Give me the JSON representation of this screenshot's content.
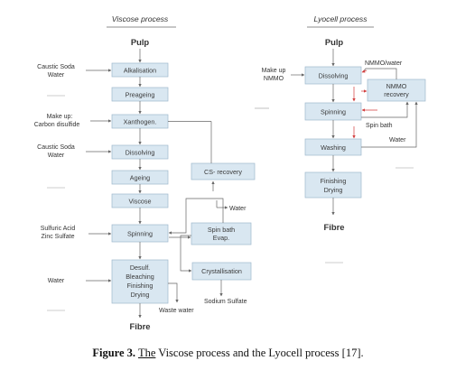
{
  "viscose": {
    "title": "Viscose process",
    "input": "Pulp",
    "output": "Fibre",
    "steps": {
      "alkalisation": "Alkalisation",
      "preageing": "Preageing",
      "xanthogen": "Xanthogen.",
      "dissolving": "Dissolving",
      "ageing": "Ageing",
      "viscose": "Viscose",
      "spinning": "Spinning",
      "desulf": [
        "Desulf.",
        "Bleaching",
        "Finishing",
        "Drying"
      ],
      "cs_recovery": "CS- recovery",
      "spin_bath": [
        "Spin bath",
        "Evap."
      ],
      "crystallisation": "Crystallisation"
    },
    "inputs": {
      "caustic_soda_1": [
        "Caustic Soda",
        "Water"
      ],
      "make_up": [
        "Make up:",
        "Carbon disulfide"
      ],
      "caustic_soda_2": [
        "Caustic Soda",
        "Water"
      ],
      "sulfuric": [
        "Sulfuric Acid",
        "Zinc Sulfate"
      ],
      "water": "Water"
    },
    "outputs": {
      "water": "Water",
      "waste_water": "Waste water",
      "sodium_sulfate": "Sodium Sulfate"
    }
  },
  "lyocell": {
    "title": "Lyocell process",
    "input": "Pulp",
    "output": "Fibre",
    "steps": {
      "dissolving": "Dissolving",
      "spinning": "Spinning",
      "washing": "Washing",
      "finishing": [
        "Finishing",
        "Drying"
      ],
      "nmmo_recovery": [
        "NMMO",
        "recovery"
      ]
    },
    "labels": {
      "make_up": [
        "Make up",
        "NMMO"
      ],
      "nmmo_water": "NMMO/water",
      "spin_bath": "Spin bath",
      "water": "Water"
    }
  },
  "caption": {
    "label": "Figure 3.",
    "text_underlined": "The",
    "text_rest": " Viscose process and the Lyocell process [17]."
  }
}
